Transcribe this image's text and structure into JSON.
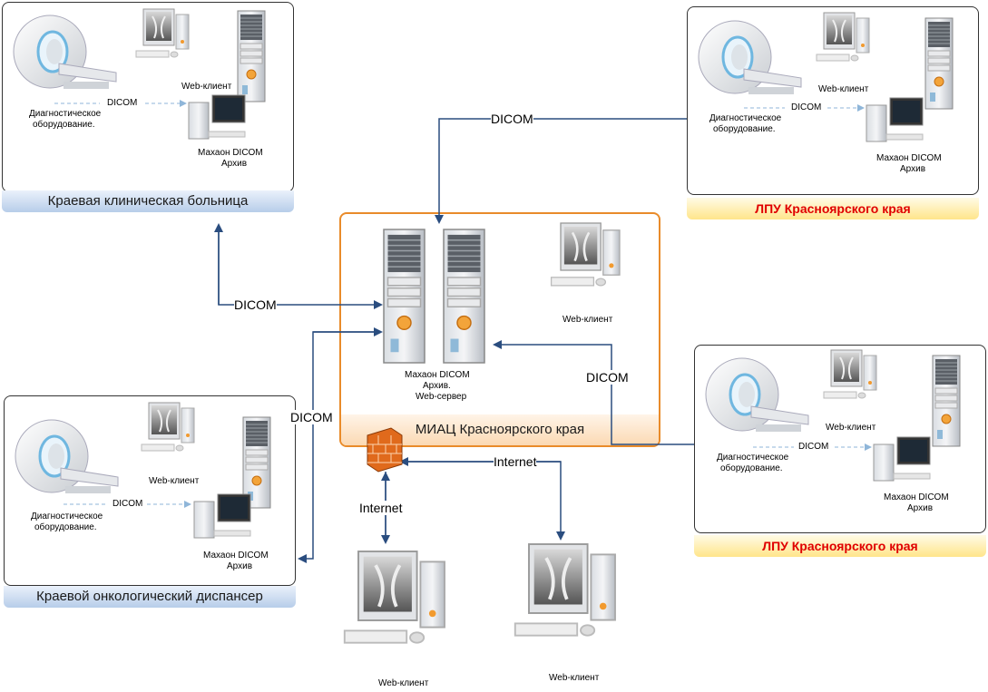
{
  "panels": {
    "hospital": {
      "caption": "Краевая клиническая больница",
      "diag_line1": "Диагностическое",
      "diag_line2": "оборудование.",
      "dicom": "DICOM",
      "web_client": "Web-клиент",
      "archive_line1": "Махаон DICOM",
      "archive_line2": "Архив"
    },
    "oncology": {
      "caption": "Краевой онкологический диспансер",
      "diag_line1": "Диагностическое",
      "diag_line2": "оборудование.",
      "dicom": "DICOM",
      "web_client": "Web-клиент",
      "archive_line1": "Махаон DICOM",
      "archive_line2": "Архив"
    },
    "lpu_top": {
      "caption": "ЛПУ Красноярского края",
      "diag_line1": "Диагностическое",
      "diag_line2": "оборудование.",
      "dicom": "DICOM",
      "web_client": "Web-клиент",
      "archive_line1": "Махаон DICOM",
      "archive_line2": "Архив"
    },
    "lpu_bottom": {
      "caption": "ЛПУ Красноярского края",
      "diag_line1": "Диагностическое",
      "diag_line2": "оборудование.",
      "dicom": "DICOM",
      "web_client": "Web-клиент",
      "archive_line1": "Махаон DICOM",
      "archive_line2": "Архив"
    },
    "miac": {
      "caption": "МИАЦ Красноярского края",
      "server_line1": "Махаон DICOM",
      "server_line2": "Архив.",
      "server_line3": "Web-сервер",
      "web_client": "Web-клиент"
    }
  },
  "links": {
    "dicom_top": "DICOM",
    "dicom_left": "DICOM",
    "dicom_oncology": "DICOM",
    "dicom_right": "DICOM",
    "internet_left": "Internet",
    "internet_right": "Internet"
  },
  "clients": {
    "bottom_left": "Web-клиент",
    "bottom_right": "Web-клиент"
  },
  "colors": {
    "arrow": "#2a4d7f",
    "miac_border": "#e98b2a",
    "lpu_caption_text": "#e00000",
    "firewall": "#e06a1c"
  },
  "icons": [
    "mri-scanner-icon",
    "monitor-icon",
    "server-tower-icon",
    "firewall-icon",
    "workstation-icon"
  ]
}
